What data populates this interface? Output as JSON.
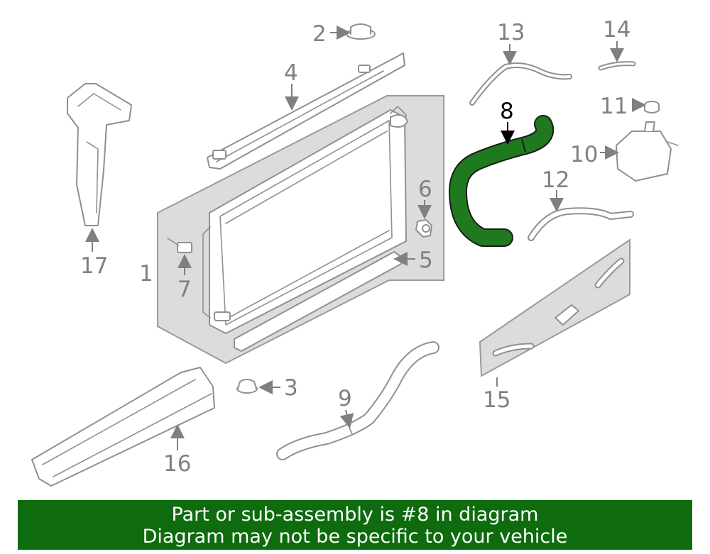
{
  "diagram": {
    "callouts": [
      "1",
      "2",
      "3",
      "4",
      "5",
      "6",
      "7",
      "8",
      "9",
      "10",
      "11",
      "12",
      "13",
      "14",
      "15",
      "16",
      "17"
    ],
    "highlighted_part": "8",
    "highlight_color": "#1f7a1f",
    "callout_color": "#808080"
  },
  "banner": {
    "line1": "Part or sub-assembly is #8 in diagram",
    "line2": "Diagram may not be specific to your vehicle",
    "background": "#0e6b0e"
  }
}
